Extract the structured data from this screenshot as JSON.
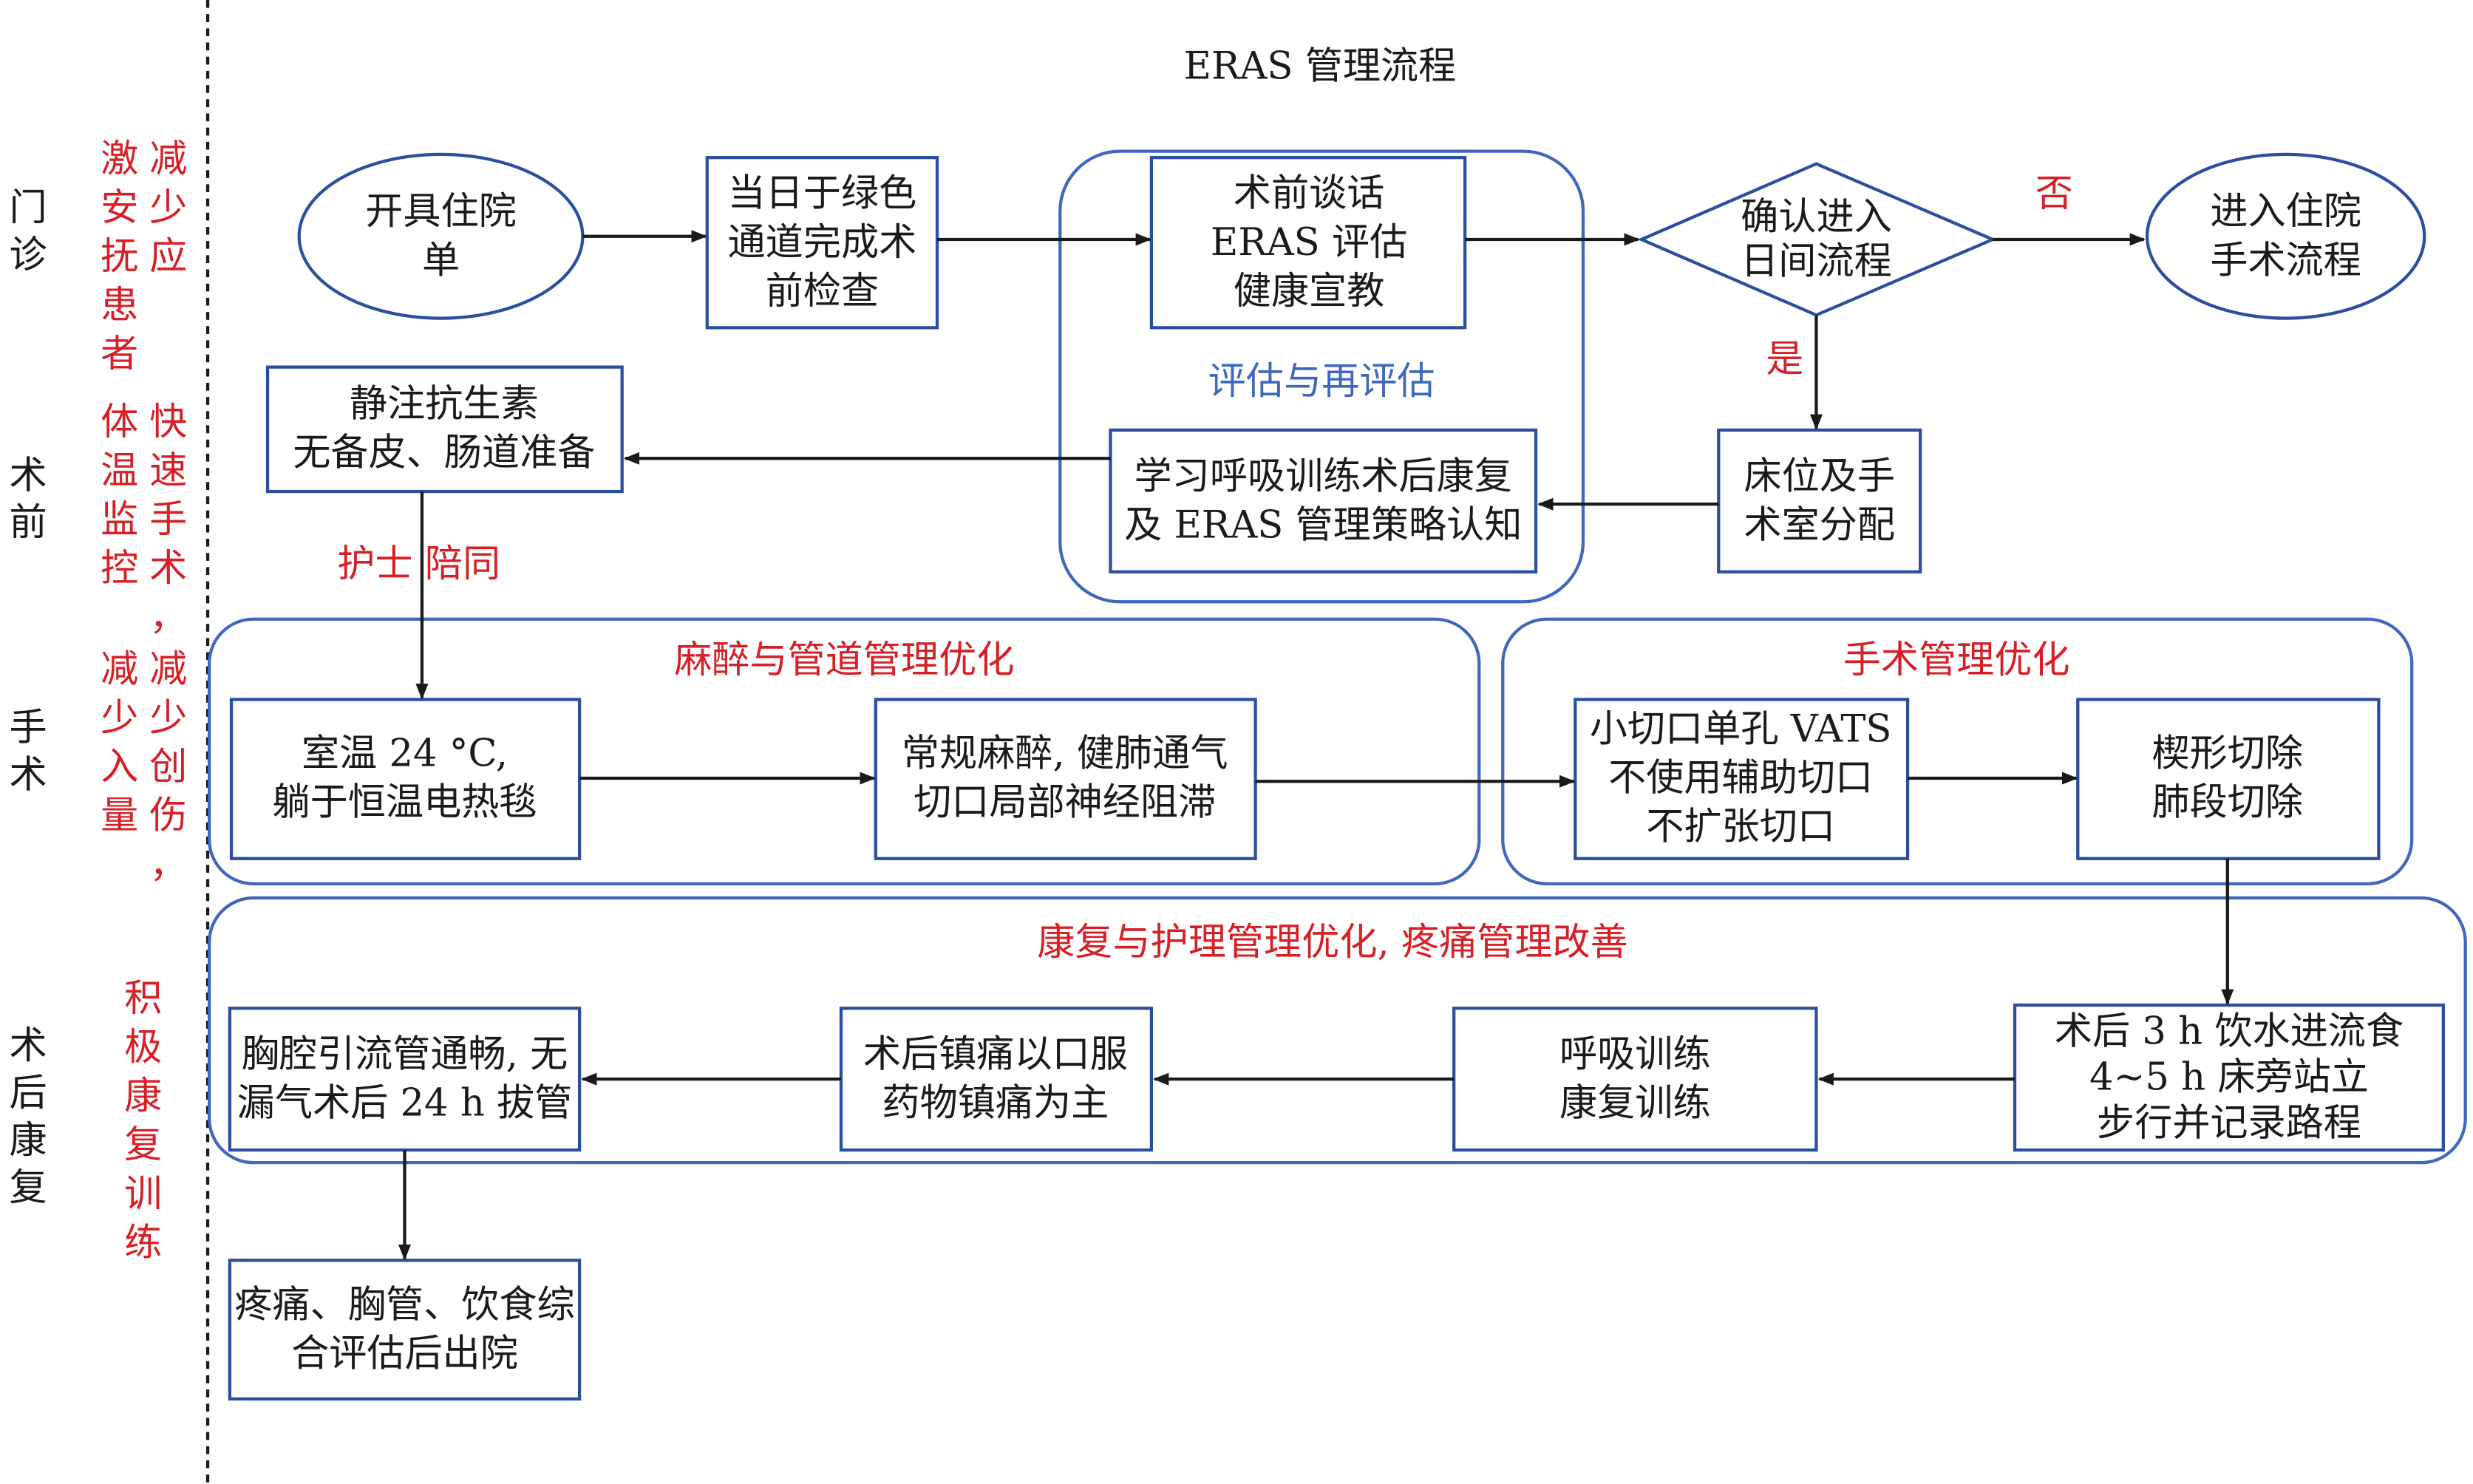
{
  "title": "ERAS 管理流程",
  "colors": {
    "box_border": "#2b4f9e",
    "group_border": "#3f68bd",
    "red_text": "#d71f26",
    "blue_text": "#3f68bd",
    "black_text": "#1a1a1a",
    "arrow": "#1a1a1a"
  },
  "stages": [
    {
      "name": "门诊",
      "goal": "减少应激安抚患者"
    },
    {
      "name": "术前",
      "goal": "快速手术，体温监控"
    },
    {
      "name": "手术",
      "goal": "减少创伤，减少入量"
    },
    {
      "name": "术后康复",
      "goal": "积极康复训练"
    }
  ],
  "groups": [
    {
      "id": "assessment",
      "label": "评估与再评估"
    },
    {
      "id": "anesthesia",
      "label": "麻醉与管道管理优化"
    },
    {
      "id": "surgery",
      "label": "手术管理优化"
    },
    {
      "id": "rehab",
      "label": "康复与护理管理优化, 疼痛管理改善"
    }
  ],
  "nodes": [
    {
      "id": "admission",
      "shape": "ellipse",
      "lines": [
        "开具住院",
        "单"
      ]
    },
    {
      "id": "green-channel",
      "shape": "box",
      "lines": [
        "当日于绿色",
        "通道完成术",
        "前检查"
      ]
    },
    {
      "id": "preop-talk",
      "shape": "box",
      "lines": [
        "术前谈话",
        "ERAS 评估",
        "健康宣教"
      ]
    },
    {
      "id": "daycare-decision",
      "shape": "diamond",
      "lines": [
        "确认进入",
        "日间流程"
      ]
    },
    {
      "id": "inpatient",
      "shape": "ellipse",
      "lines": [
        "进入住院",
        "手术流程"
      ]
    },
    {
      "id": "bed-allocation",
      "shape": "box",
      "lines": [
        "床位及手",
        "术室分配"
      ]
    },
    {
      "id": "breathing-learn",
      "shape": "box",
      "lines": [
        "学习呼吸训练术后康复",
        "及 ERAS 管理策略认知"
      ]
    },
    {
      "id": "antibiotics",
      "shape": "box",
      "lines": [
        "静注抗生素",
        "无备皮、肠道准备"
      ]
    },
    {
      "id": "room-temp",
      "shape": "box",
      "lines": [
        "室温 24 °C,",
        "躺于恒温电热毯"
      ]
    },
    {
      "id": "anesthesia-box",
      "shape": "box",
      "lines": [
        "常规麻醉, 健肺通气",
        "切口局部神经阻滞"
      ]
    },
    {
      "id": "vats",
      "shape": "box",
      "lines": [
        "小切口单孔 VATS",
        "不使用辅助切口",
        "不扩张切口"
      ]
    },
    {
      "id": "resection",
      "shape": "box",
      "lines": [
        "楔形切除",
        "肺段切除"
      ]
    },
    {
      "id": "postop-diet",
      "shape": "box",
      "lines": [
        "术后 3 h 饮水进流食",
        "4~5 h 床旁站立",
        "步行并记录路程"
      ]
    },
    {
      "id": "breathing-training",
      "shape": "box",
      "lines": [
        "呼吸训练",
        "康复训练"
      ]
    },
    {
      "id": "analgesia",
      "shape": "box",
      "lines": [
        "术后镇痛以口服",
        "药物镇痛为主"
      ]
    },
    {
      "id": "drainage",
      "shape": "box",
      "lines": [
        "胸腔引流管通畅, 无",
        "漏气术后 24 h 拔管"
      ]
    },
    {
      "id": "discharge",
      "shape": "box",
      "lines": [
        "疼痛、胸管、饮食综",
        "合评估后出院"
      ]
    }
  ],
  "edge_labels": {
    "no": "否",
    "yes": "是",
    "nurse": "护士 陪同"
  }
}
